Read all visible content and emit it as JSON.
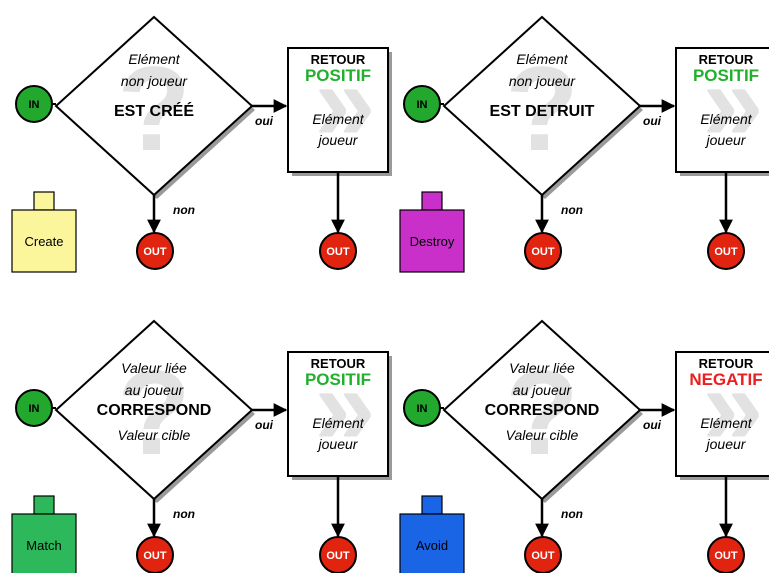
{
  "colors": {
    "in_node": "#22a82c",
    "out_node": "#e02410",
    "positive": "#22b02c",
    "negative": "#e82020",
    "stroke": "#000000",
    "watermark": "#e2e2e2"
  },
  "blocks": [
    {
      "condition_lines": [
        "Elément",
        "non joueur"
      ],
      "condition_verb": "EST CRÉÉ",
      "condition_lines_after": [],
      "in_label": "IN",
      "out_label": "OUT",
      "yes_label": "oui",
      "no_label": "non",
      "result_title": "RETOUR",
      "result_value": "POSITIF",
      "result_kind": "positive",
      "result_lines": [
        "Elément",
        "joueur"
      ],
      "chip_label": "Create",
      "chip_color": "#fbf59c",
      "chip_text_color": "#000000",
      "watermark": "?"
    },
    {
      "condition_lines": [
        "Elément",
        "non joueur"
      ],
      "condition_verb": "EST DETRUIT",
      "condition_lines_after": [],
      "in_label": "IN",
      "out_label": "OUT",
      "yes_label": "oui",
      "no_label": "non",
      "result_title": "RETOUR",
      "result_value": "POSITIF",
      "result_kind": "positive",
      "result_lines": [
        "Elément",
        "joueur"
      ],
      "chip_label": "Destroy",
      "chip_color": "#c930c9",
      "chip_text_color": "#000000",
      "watermark": "?"
    },
    {
      "condition_lines": [
        "Valeur liée",
        "au joueur"
      ],
      "condition_verb": "CORRESPOND",
      "condition_lines_after": [
        "Valeur cible"
      ],
      "in_label": "IN",
      "out_label": "OUT",
      "yes_label": "oui",
      "no_label": "non",
      "result_title": "RETOUR",
      "result_value": "POSITIF",
      "result_kind": "positive",
      "result_lines": [
        "Elément",
        "joueur"
      ],
      "chip_label": "Match",
      "chip_color": "#2eb85c",
      "chip_text_color": "#000000",
      "watermark": "?"
    },
    {
      "condition_lines": [
        "Valeur liée",
        "au joueur"
      ],
      "condition_verb": "CORRESPOND",
      "condition_lines_after": [
        "Valeur cible"
      ],
      "in_label": "IN",
      "out_label": "OUT",
      "yes_label": "oui",
      "no_label": "non",
      "result_title": "RETOUR",
      "result_value": "NEGATIF",
      "result_kind": "negative",
      "result_lines": [
        "Elément",
        "joueur"
      ],
      "chip_label": "Avoid",
      "chip_color": "#1a64e6",
      "chip_text_color": "#000000",
      "watermark": "?"
    }
  ]
}
